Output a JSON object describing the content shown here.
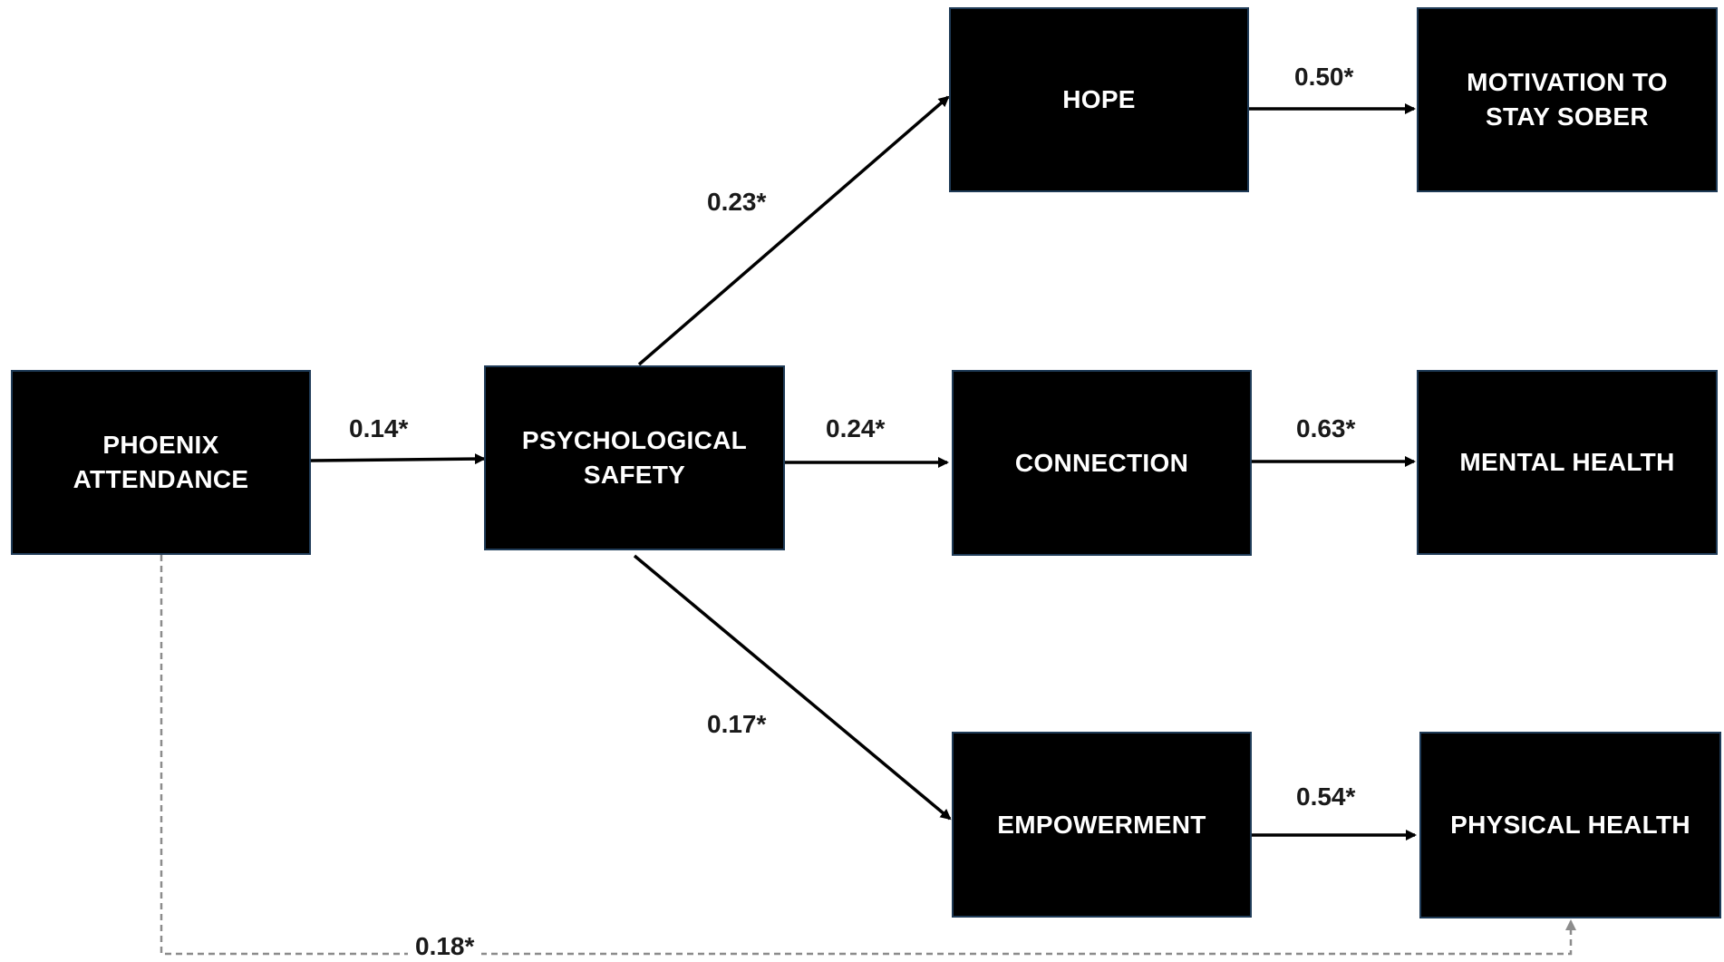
{
  "colors": {
    "node_fill": "#000000",
    "node_border": "#1f3b57",
    "node_text": "#ffffff",
    "path_line": "#000000",
    "direct_path_line": "#8c8c8c",
    "label_text": "#1a1a1a"
  },
  "nodes": {
    "phoenix": "PHOENIX\nATTENDANCE",
    "psych_safety": "PSYCHOLOGICAL\nSAFETY",
    "hope": "HOPE",
    "connection": "CONNECTION",
    "empowerment": "EMPOWERMENT",
    "motivation": "MOTIVATION TO\nSTAY SOBER",
    "mental_health": "MENTAL HEALTH",
    "physical_health": "PHYSICAL HEALTH"
  },
  "paths": [
    {
      "from": "phoenix",
      "to": "psych_safety",
      "coefficient": "0.14*",
      "style": "solid"
    },
    {
      "from": "psych_safety",
      "to": "hope",
      "coefficient": "0.23*",
      "style": "solid"
    },
    {
      "from": "psych_safety",
      "to": "connection",
      "coefficient": "0.24*",
      "style": "solid"
    },
    {
      "from": "psych_safety",
      "to": "empowerment",
      "coefficient": "0.17*",
      "style": "solid"
    },
    {
      "from": "hope",
      "to": "motivation",
      "coefficient": "0.50*",
      "style": "solid"
    },
    {
      "from": "connection",
      "to": "mental_health",
      "coefficient": "0.63*",
      "style": "solid"
    },
    {
      "from": "empowerment",
      "to": "physical_health",
      "coefficient": "0.54*",
      "style": "solid"
    },
    {
      "from": "phoenix",
      "to": "physical_health",
      "coefficient": "0.18*",
      "style": "dashed"
    }
  ]
}
